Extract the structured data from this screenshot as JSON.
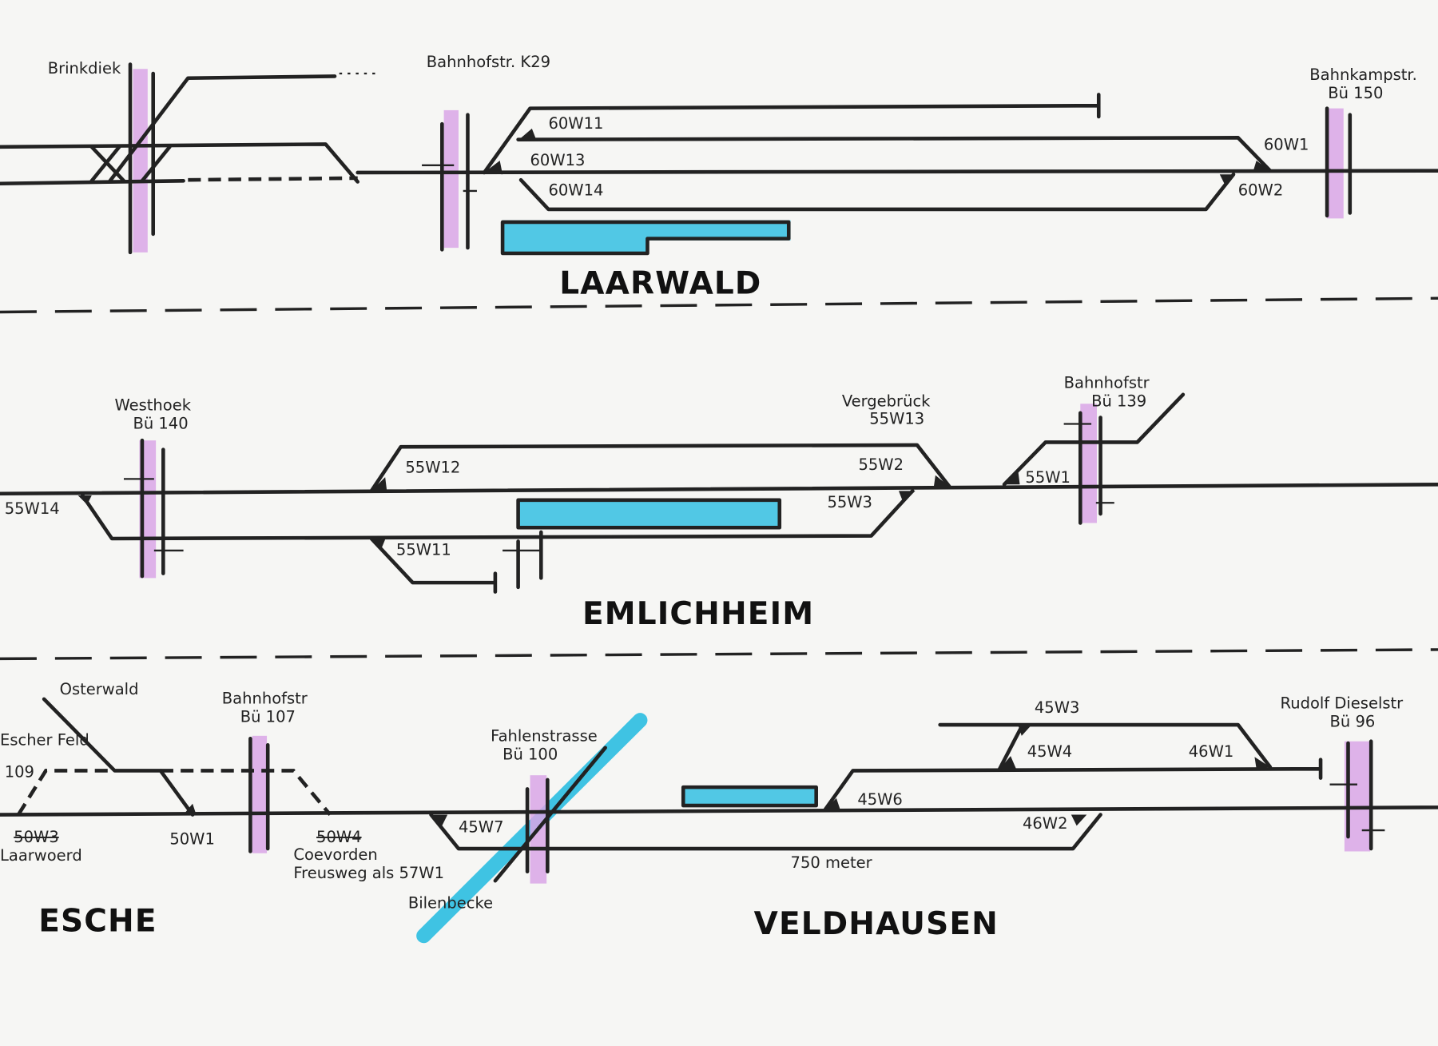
{
  "stations": {
    "laarwald": {
      "name": "LAARWALD",
      "crossings": [
        "Brinkdiek",
        "Bahnhofstr. K29",
        "Bahnkampstr.",
        "Bü 150"
      ],
      "switches": [
        "60W11",
        "60W13",
        "60W14",
        "60W1",
        "60W2"
      ]
    },
    "emlichheim": {
      "name": "EMLICHHEIM",
      "crossings": [
        "Westhoek",
        "Bü 140",
        "Bahnhofstr",
        "Bü 139"
      ],
      "junction": [
        "Vergebrück",
        "55W13"
      ],
      "switches": [
        "55W14",
        "55W12",
        "55W11",
        "55W2",
        "55W3",
        "55W1"
      ]
    },
    "esche": {
      "name": "ESCHE",
      "labels": [
        "Osterwald",
        "Escher Feld",
        "109",
        "50W3",
        "Laarwoerd",
        "50W1",
        "50W4",
        "Coevorden",
        "Freusweg als 57W1"
      ],
      "crossings": [
        "Bahnhofstr",
        "Bü 107"
      ]
    },
    "veldhausen": {
      "name": "VELDHAUSEN",
      "crossings": [
        "Fahlenstrasse",
        "Bü 100",
        "Rudolf Dieselstr",
        "Bü 96"
      ],
      "river": "Bilenbecke",
      "switches": [
        "45W7",
        "45W3",
        "45W4",
        "46W1",
        "45W6",
        "46W2"
      ],
      "length": "750 meter"
    }
  },
  "colors": {
    "crossing": "#d9a6e6",
    "platform": "#3fc3e3",
    "ink": "#222222"
  }
}
